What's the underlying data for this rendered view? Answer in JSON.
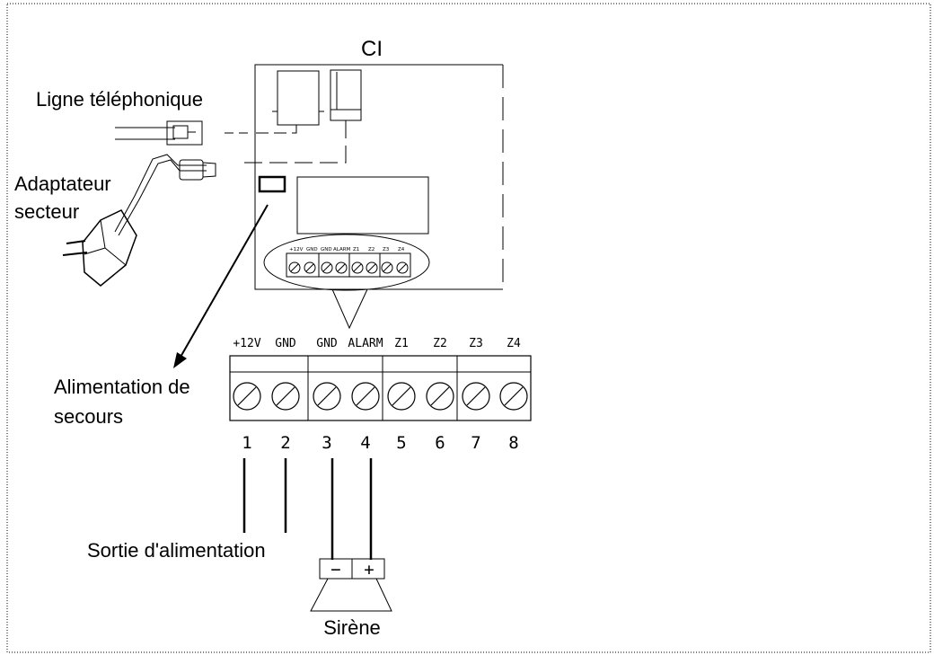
{
  "title": "CI",
  "labels": {
    "phone_line": "Ligne téléphonique",
    "adapter_line1": "Adaptateur",
    "adapter_line2": "secteur",
    "backup_line1": "Alimentation de",
    "backup_line2": "secours",
    "power_out": "Sortie d'alimentation",
    "siren": "Sirène"
  },
  "terminals": [
    {
      "label": "+12V",
      "number": "1"
    },
    {
      "label": "GND",
      "number": "2"
    },
    {
      "label": "GND",
      "number": "3"
    },
    {
      "label": "ALARM",
      "number": "4"
    },
    {
      "label": "Z1",
      "number": "5"
    },
    {
      "label": "Z2",
      "number": "6"
    },
    {
      "label": "Z3",
      "number": "7"
    },
    {
      "label": "Z4",
      "number": "8"
    }
  ],
  "siren_terminals": {
    "minus": "−",
    "plus": "+"
  },
  "colors": {
    "line": "#000000",
    "background": "#ffffff"
  }
}
